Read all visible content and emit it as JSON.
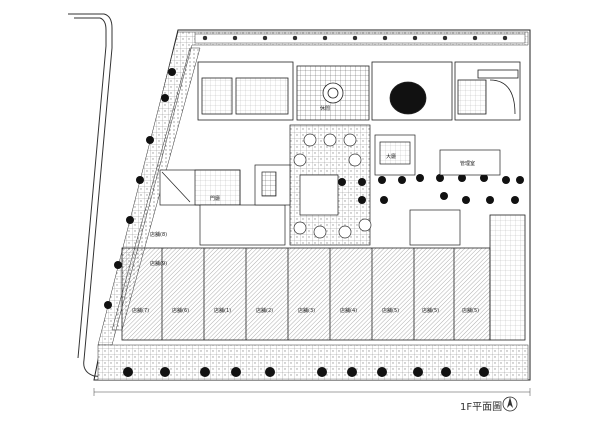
{
  "drawing": {
    "title": "1F平面圖",
    "north_arrow_icon": "north-arrow-icon"
  },
  "shops": [
    {
      "label": "店舖(7)"
    },
    {
      "label": "店舖(6)"
    },
    {
      "label": "店舖(1)"
    },
    {
      "label": "店舖(2)"
    },
    {
      "label": "店舖(3)"
    },
    {
      "label": "店舖(4)"
    },
    {
      "label": "店舖(5)"
    },
    {
      "label": "店舖(5)"
    },
    {
      "label": "店舖(5)"
    }
  ],
  "upper_shops": [
    {
      "label": "店舖(8)"
    },
    {
      "label": "店舖(9)"
    }
  ],
  "rooms": {
    "lobby": "大廳",
    "entrance_hall": "門廳",
    "lounge": "休閒",
    "office": "管理室"
  },
  "colors": {
    "line": "#222222",
    "hatch": "#555555",
    "paper": "#ffffff"
  }
}
